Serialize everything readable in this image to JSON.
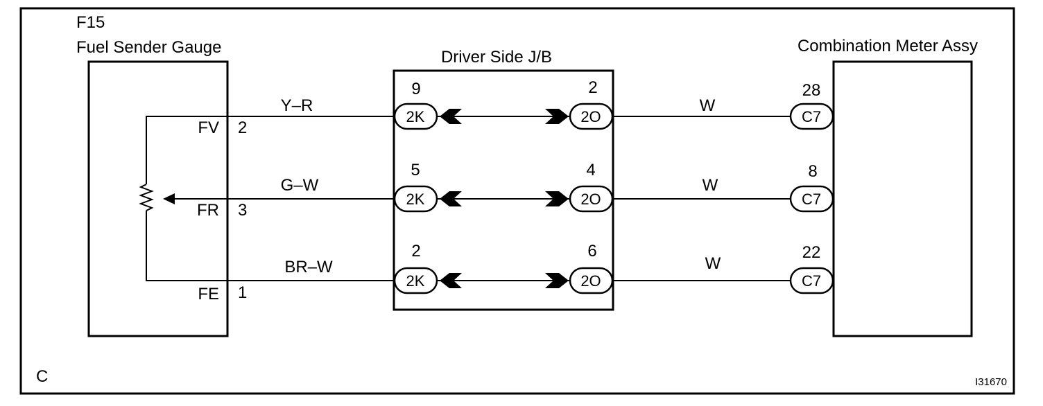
{
  "frame_code": "C",
  "figure_id": "I31670",
  "sender": {
    "code": "F15",
    "name": "Fuel Sender Gauge",
    "terminals": [
      {
        "label": "FV",
        "pin": "2"
      },
      {
        "label": "FR",
        "pin": "3"
      },
      {
        "label": "FE",
        "pin": "1"
      }
    ]
  },
  "junction_block": {
    "name": "Driver Side J/B",
    "rows": [
      {
        "left_pin": "9",
        "left_conn": "2K",
        "right_pin": "2",
        "right_conn": "2O"
      },
      {
        "left_pin": "5",
        "left_conn": "2K",
        "right_pin": "4",
        "right_conn": "2O"
      },
      {
        "left_pin": "2",
        "left_conn": "2K",
        "right_pin": "6",
        "right_conn": "2O"
      }
    ]
  },
  "meter": {
    "name": "Combination Meter Assy",
    "rows": [
      {
        "pin": "28",
        "conn": "C7"
      },
      {
        "pin": "8",
        "conn": "C7"
      },
      {
        "pin": "22",
        "conn": "C7"
      }
    ]
  },
  "wires_left": [
    "Y–R",
    "G–W",
    "BR–W"
  ],
  "wires_right": [
    "W",
    "W",
    "W"
  ]
}
